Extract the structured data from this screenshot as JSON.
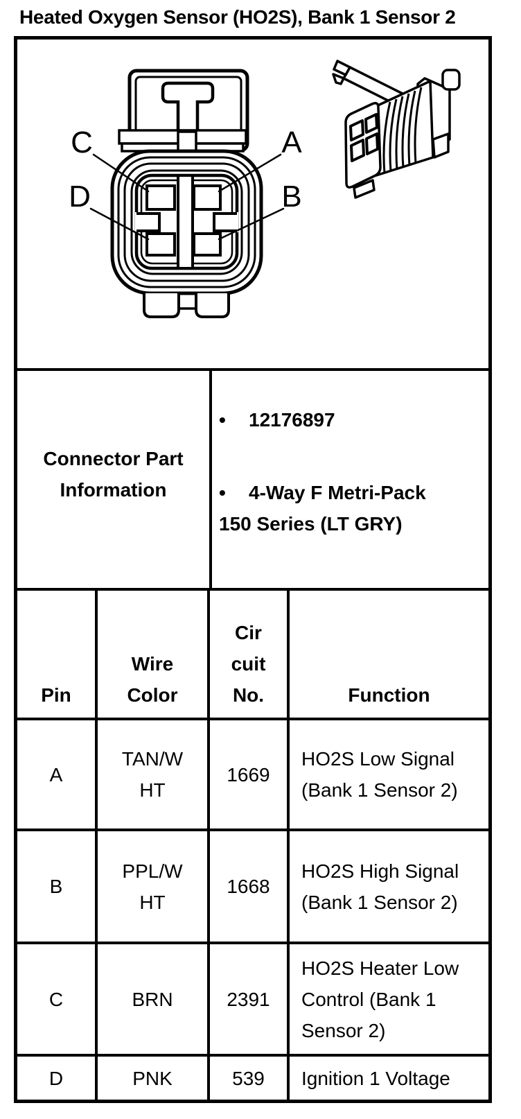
{
  "page": {
    "title": "Heated Oxygen Sensor (HO2S), Bank 1 Sensor 2"
  },
  "colors": {
    "ink": "#000000",
    "background": "#ffffff"
  },
  "diagram": {
    "description": "4-way connector face view with pin callouts and perspective view",
    "pin_labels": {
      "a": "A",
      "b": "B",
      "c": "C",
      "d": "D"
    }
  },
  "part_info": {
    "bullet_char": "•",
    "label_lines": [
      "Connector Part",
      "Information"
    ],
    "part_number": "12176897",
    "connector_type_line1": "4-Way F Metri-Pack",
    "connector_type_line2": "150 Series (LT GRY)"
  },
  "pin_table": {
    "headers": {
      "pin": "Pin",
      "wire_color_lines": [
        "Wire",
        "Color"
      ],
      "circuit_lines": [
        "Cir",
        "cuit",
        "No."
      ],
      "function": "Function"
    },
    "rows": [
      {
        "pin": "A",
        "wire_lines": [
          "TAN/W",
          "HT"
        ],
        "circuit": "1669",
        "function_lines": [
          "HO2S Low Signal",
          "(Bank 1 Sensor 2)"
        ]
      },
      {
        "pin": "B",
        "wire_lines": [
          "PPL/W",
          "HT"
        ],
        "circuit": "1668",
        "function_lines": [
          "HO2S High Signal",
          "(Bank 1 Sensor 2)"
        ]
      },
      {
        "pin": "C",
        "wire_lines": [
          "BRN"
        ],
        "circuit": "2391",
        "function_lines": [
          "HO2S Heater Low",
          "Control (Bank 1",
          "Sensor 2)"
        ]
      },
      {
        "pin": "D",
        "wire_lines": [
          "PNK"
        ],
        "circuit": "539",
        "function_lines": [
          "Ignition 1 Voltage"
        ]
      }
    ]
  }
}
